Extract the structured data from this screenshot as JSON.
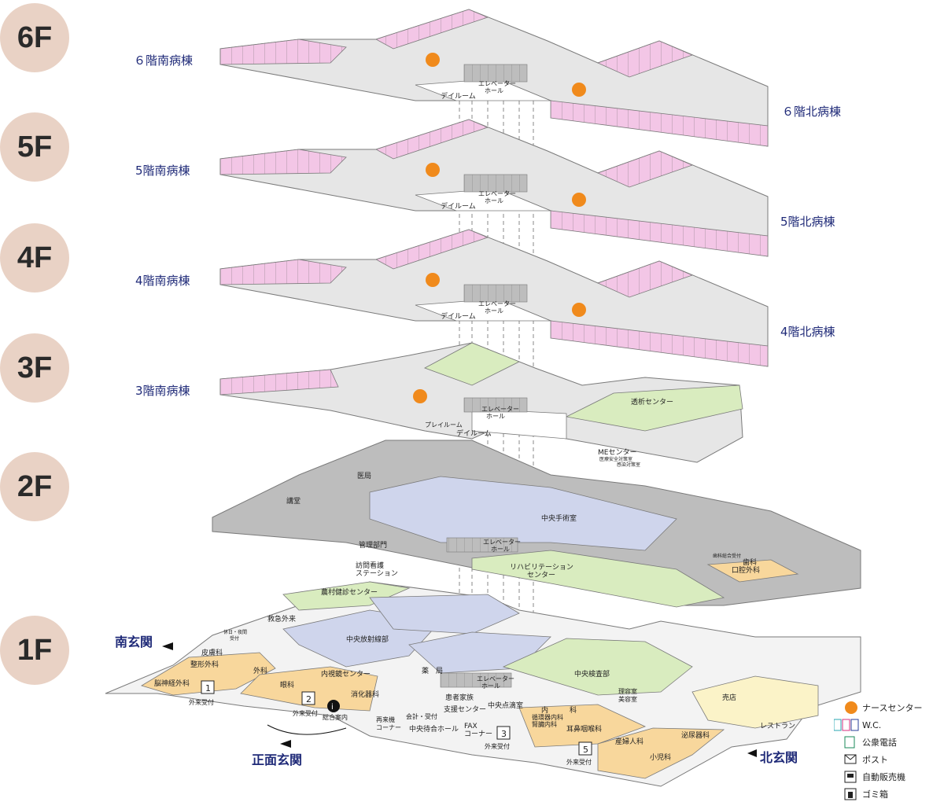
{
  "floors": [
    "6F",
    "5F",
    "4F",
    "3F",
    "2F",
    "1F"
  ],
  "wards": {
    "s6": "６階南病棟",
    "n6": "６階北病棟",
    "s5": "5階南病棟",
    "n5": "5階北病棟",
    "s4": "4階南病棟",
    "n4": "4階北病棟",
    "s3": "3階南病棟"
  },
  "common": {
    "dayroom": "デイルーム",
    "elevator_1": "エレベーター",
    "elevator_2": "ホール"
  },
  "floor3": {
    "playroom": "プレイルーム",
    "dialysis": "透析センター",
    "me_center": "MEセンター",
    "safety": "医療安全対策室",
    "infection": "感染対策室"
  },
  "floor2": {
    "medical_office": "医局",
    "auditorium": "講堂",
    "surgery": "中央手術室",
    "admin": "管理部門",
    "rehab_1": "リハビリテーション",
    "rehab_2": "センター",
    "dental_1": "歯科",
    "dental_2": "口腔外科",
    "dental_reception": "歯科総合受付"
  },
  "floor1": {
    "visit_nursing_1": "訪問看護",
    "visit_nursing_2": "ステーション",
    "rural_health": "農村健診センター",
    "emergency": "救急外来",
    "night_reception_1": "休日・夜間",
    "night_reception_2": "受付",
    "radiology": "中央放射線部",
    "dermatology": "皮膚科",
    "orthopedics": "整形外科",
    "surgery_dept": "外科",
    "neurosurgery": "脳神経外科",
    "pharmacy": "薬　局",
    "endoscopy": "内視鏡センター",
    "ophthalmology": "眼科",
    "gastro": "消化器科",
    "reception": "外来受付",
    "info": "総合案内",
    "patient_support_1": "患者家族",
    "patient_support_2": "支援センター",
    "infusion": "中央点滴室",
    "revisit_1": "再来機",
    "revisit_2": "コーナー",
    "billing": "会計・受付",
    "waiting_hall": "中央待合ホール",
    "fax_1": "FAX",
    "fax_2": "コーナー",
    "internal_1": "内　　　科",
    "internal_2": "循環器内科",
    "internal_3": "腎臓内科",
    "ent": "耳鼻咽喉科",
    "lab": "中央検査部",
    "barber_1": "理容室",
    "barber_2": "美容室",
    "shop": "売店",
    "restaurant": "レストラン",
    "urology": "泌尿器科",
    "obgyn": "産婦人科",
    "pediatrics": "小児科",
    "block1": "1",
    "block2": "2",
    "block3": "3",
    "block5": "5"
  },
  "entrances": {
    "south": "南玄関",
    "main": "正面玄関",
    "north": "北玄関"
  },
  "legend": [
    {
      "icon": "nurse-station-icon",
      "label": "ナースセンター"
    },
    {
      "icon": "restroom-icon",
      "label": "W.C."
    },
    {
      "icon": "public-phone-icon",
      "label": "公衆電話"
    },
    {
      "icon": "mailbox-icon",
      "label": "ポスト"
    },
    {
      "icon": "vending-machine-icon",
      "label": "自動販売機"
    },
    {
      "icon": "trash-bin-icon",
      "label": "ゴミ箱"
    }
  ],
  "colors": {
    "ward_room": "#f3c6e6",
    "ward_edge": "#8a8a8a",
    "service": "#b7b7b7",
    "corridor": "#ffffff",
    "green_area": "#d9ecbf",
    "blue_area": "#cfd5ec",
    "orange_area": "#f8d79c",
    "yellow_area": "#fbf3c8",
    "nurse_station": "#f08a1c",
    "label_navy": "#1f2a78",
    "badge": "#e9d2c5"
  }
}
